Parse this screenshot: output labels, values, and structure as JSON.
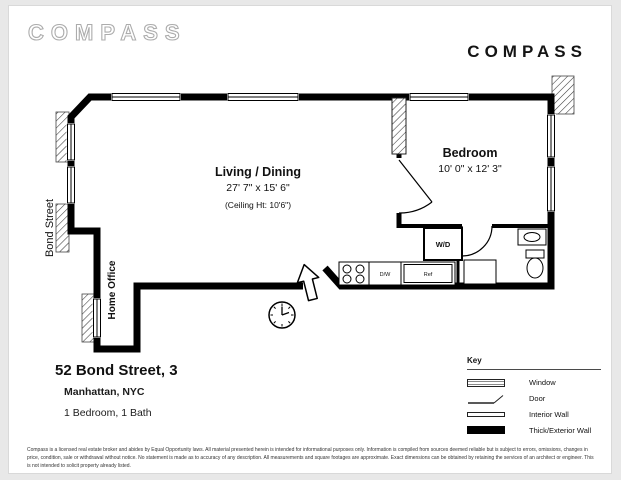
{
  "colors": {
    "wall": "#000000",
    "brand": "#141414",
    "page_background": "#e8e8e8"
  },
  "header": {
    "logo_outline": "COMPASS",
    "logo_solid": "COMPASS"
  },
  "plan": {
    "street": "Bond Street",
    "living": {
      "name": "Living / Dining",
      "dims": "27' 7\" x 15' 6\"",
      "ceiling": "(Ceiling Ht: 10'6\")"
    },
    "bedroom": {
      "name": "Bedroom",
      "dims": "10' 0\" x 12' 3\""
    },
    "home_office": "Home Office",
    "washer_dryer": "W/D",
    "dishwasher": "D/W",
    "refrigerator": "Ref"
  },
  "address": {
    "line1": "52 Bond Street, 3",
    "line2": "Manhattan, NYC",
    "line3": "1 Bedroom, 1 Bath"
  },
  "key": {
    "title": "Key",
    "items": [
      {
        "label": "Window"
      },
      {
        "label": "Door"
      },
      {
        "label": "Interior Wall"
      },
      {
        "label": "Thick/Exterior Wall"
      }
    ]
  },
  "disclaimer": "Compass is a licensed real estate broker and abides by Equal Opportunity laws. All material presented herein is intended for informational purposes only. Information is compiled from sources deemed reliable but is subject to errors, omissions, changes in price, condition, sale or withdrawal without notice. No statement is made as to accuracy of any description. All measurements and square footages are approximate. Exact dimensions can be obtained by retaining the services of an architect or engineer. This is not intended to solicit property already listed."
}
